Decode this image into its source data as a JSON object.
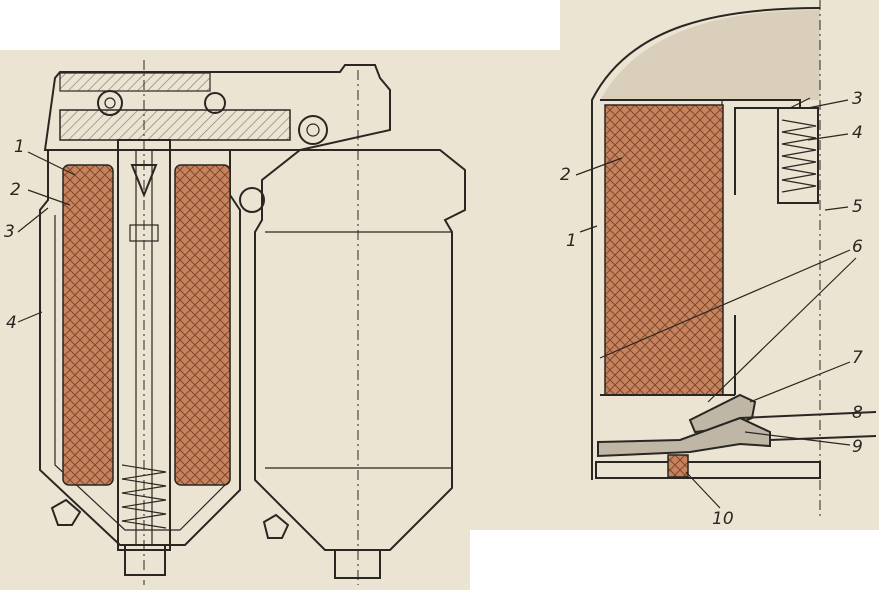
{
  "colors": {
    "paper": "#ece4d3",
    "paper_shadow": "#d9cfbb",
    "ink": "#2a2622",
    "filter_element": "#c9835c",
    "filter_mesh": "#7a4a31",
    "hatch": "#8a8378",
    "background": "#ffffff"
  },
  "left_figure": {
    "labels": {
      "l1": "1",
      "l2": "2",
      "l3": "3",
      "l4": "4"
    }
  },
  "right_figure": {
    "labels": {
      "l1": "1",
      "l2": "2",
      "l3": "3",
      "l4": "4",
      "l5": "5",
      "l6": "6",
      "l7": "7",
      "l8": "8",
      "l9": "9",
      "l10": "10"
    }
  }
}
